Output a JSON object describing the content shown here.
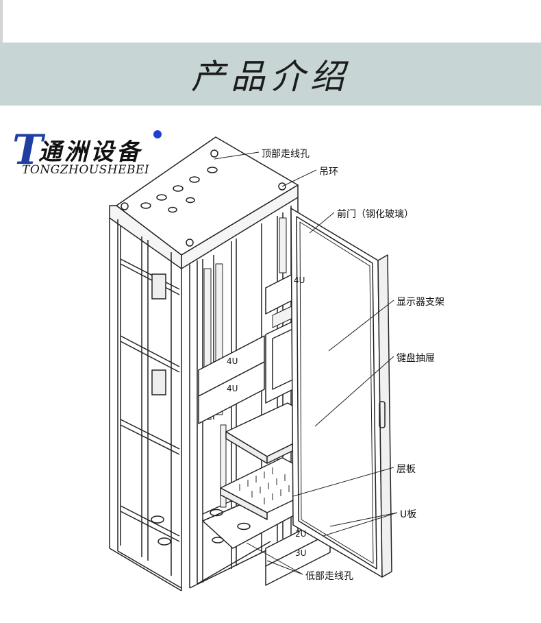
{
  "header": {
    "title": "产品介绍"
  },
  "logo": {
    "initial": "T",
    "chinese": "通洲设备",
    "english": "TONGZHOUSHEBEI"
  },
  "callouts": {
    "top_cable_hole": "顶部走线孔",
    "lifting_ring": "吊环",
    "front_door": "前门（钢化玻璃）",
    "monitor_bracket": "显示器支架",
    "keyboard_drawer": "键盘抽屉",
    "shelf": "层板",
    "u_panel": "U板",
    "bottom_cable_hole": "低部走线孔"
  },
  "panels": {
    "right_upper": "4U",
    "center_upper": "4U",
    "center_lower": "4U",
    "bottom_upper": "2U",
    "bottom_lower": "3U"
  },
  "colors": {
    "header_band": "#c8d5d5",
    "logo_blue": "#1f3fa3",
    "line": "#222222"
  }
}
